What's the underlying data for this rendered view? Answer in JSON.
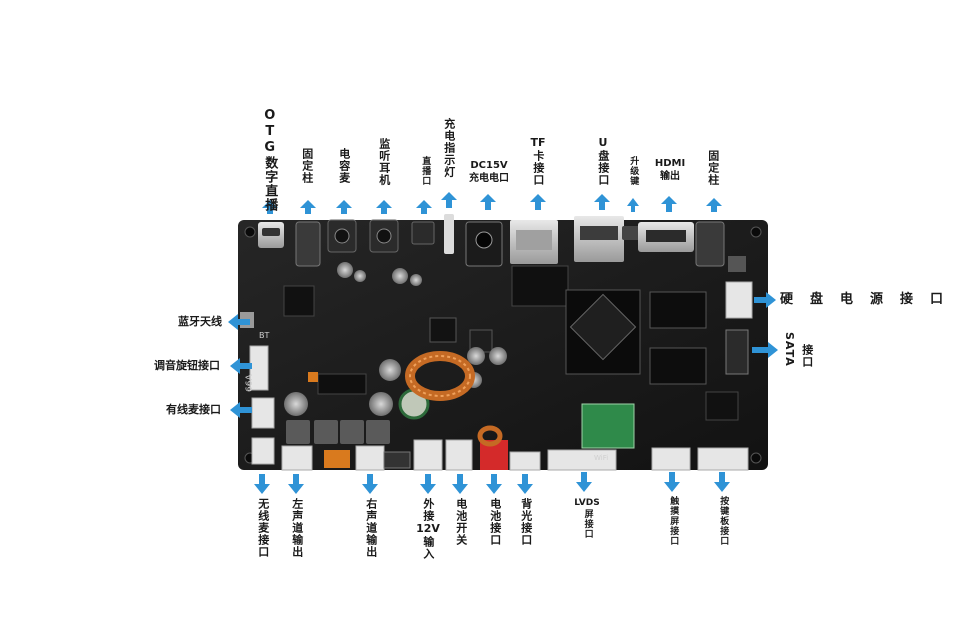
{
  "colors": {
    "arrow": "#2f93d6",
    "board": "#1c1c1c",
    "label": "#1a1a1a"
  },
  "labels": {
    "otg_live": "OTG数字直播",
    "fixed_post_left": "固定柱",
    "condenser_mic": "电容麦",
    "monitor_earphone": "监听耳机",
    "live_port": "直播口",
    "charge_indicator": "充电指示灯",
    "dc_line1": "DC15V",
    "dc_line2": "充电电口",
    "tf_line1": "TF",
    "tf_line2": "卡接口",
    "usb_line1": "U",
    "usb_line2": "盘接口",
    "upgrade_key": "升级键",
    "hdmi_line1": "HDMI",
    "hdmi_line2": "输出",
    "fixed_post_right": "固定柱",
    "hdd_power": "硬盘电源接口",
    "sata_line1": "SATA",
    "sata_line2": "接口",
    "bt_antenna": "蓝牙天线",
    "tuning_knob": "调音旋钮接口",
    "wired_mic": "有线麦接口",
    "wireless_mic": "无线麦接口",
    "left_channel": "左声道输出",
    "right_channel": "右声道输出",
    "ext_12v_1": "外接",
    "ext_12v_2": "12V",
    "ext_12v_3": "输入",
    "battery_switch": "电池开关",
    "battery_port": "电池接口",
    "backlight_port": "背光接口",
    "lvds_line1": "LVDS",
    "lvds_line2": "屏接口",
    "touch_port": "触摸屏接口",
    "keyboard_port": "按键板接口"
  },
  "board_marks": {
    "bt": "BT",
    "version": "66A",
    "wifi": "WiFi"
  }
}
